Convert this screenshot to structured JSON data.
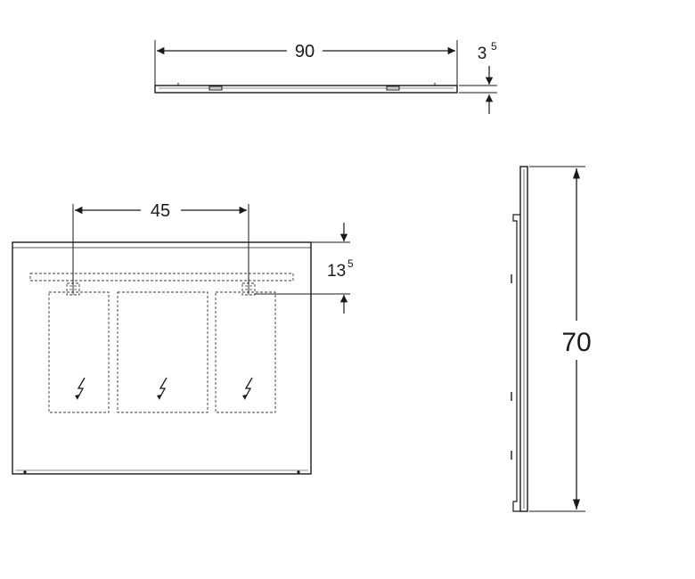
{
  "dimensions": {
    "top_width": "90",
    "top_depth_base": "3",
    "top_depth_sup": "5",
    "socket_spacing": "45",
    "socket_height_base": "13",
    "socket_height_sup": "5",
    "height": "70"
  },
  "colors": {
    "stroke": "#1a1a1a",
    "background": "#ffffff"
  },
  "icons": [
    "electrical-hazard-icon"
  ]
}
